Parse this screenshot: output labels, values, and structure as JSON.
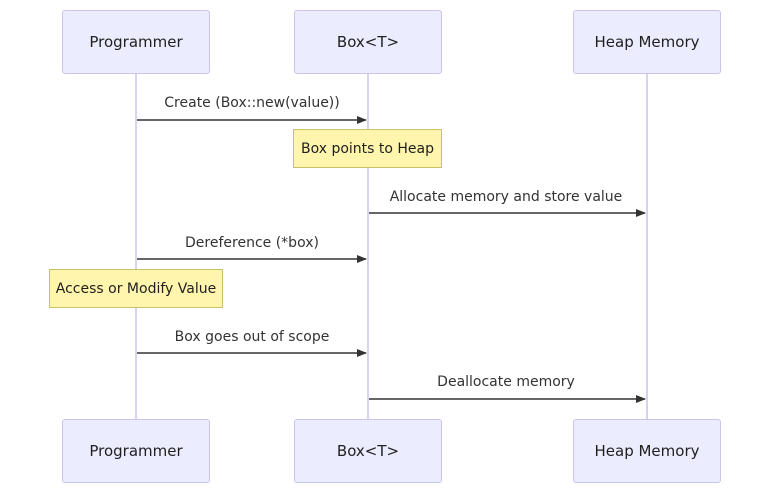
{
  "participants": {
    "programmer": "Programmer",
    "box": "Box<T>",
    "heap": "Heap Memory"
  },
  "notes": {
    "box_points_to_heap": "Box points to Heap",
    "access_or_modify": "Access or Modify Value"
  },
  "messages": [
    {
      "from": "Programmer",
      "to": "Box<T>",
      "label": "Create (Box::new(value))"
    },
    {
      "from": "Box<T>",
      "to": "Heap Memory",
      "label": "Allocate memory and store value"
    },
    {
      "from": "Programmer",
      "to": "Box<T>",
      "label": "Dereference (*box)"
    },
    {
      "from": "Programmer",
      "to": "Box<T>",
      "label": "Box goes out of scope"
    },
    {
      "from": "Box<T>",
      "to": "Heap Memory",
      "label": "Deallocate memory"
    }
  ],
  "colors": {
    "actor_fill": "#ececff",
    "actor_border": "#c9c4ec",
    "note_fill": "#fff5ad",
    "note_border": "#c7c16a",
    "arrow": "#333333"
  }
}
